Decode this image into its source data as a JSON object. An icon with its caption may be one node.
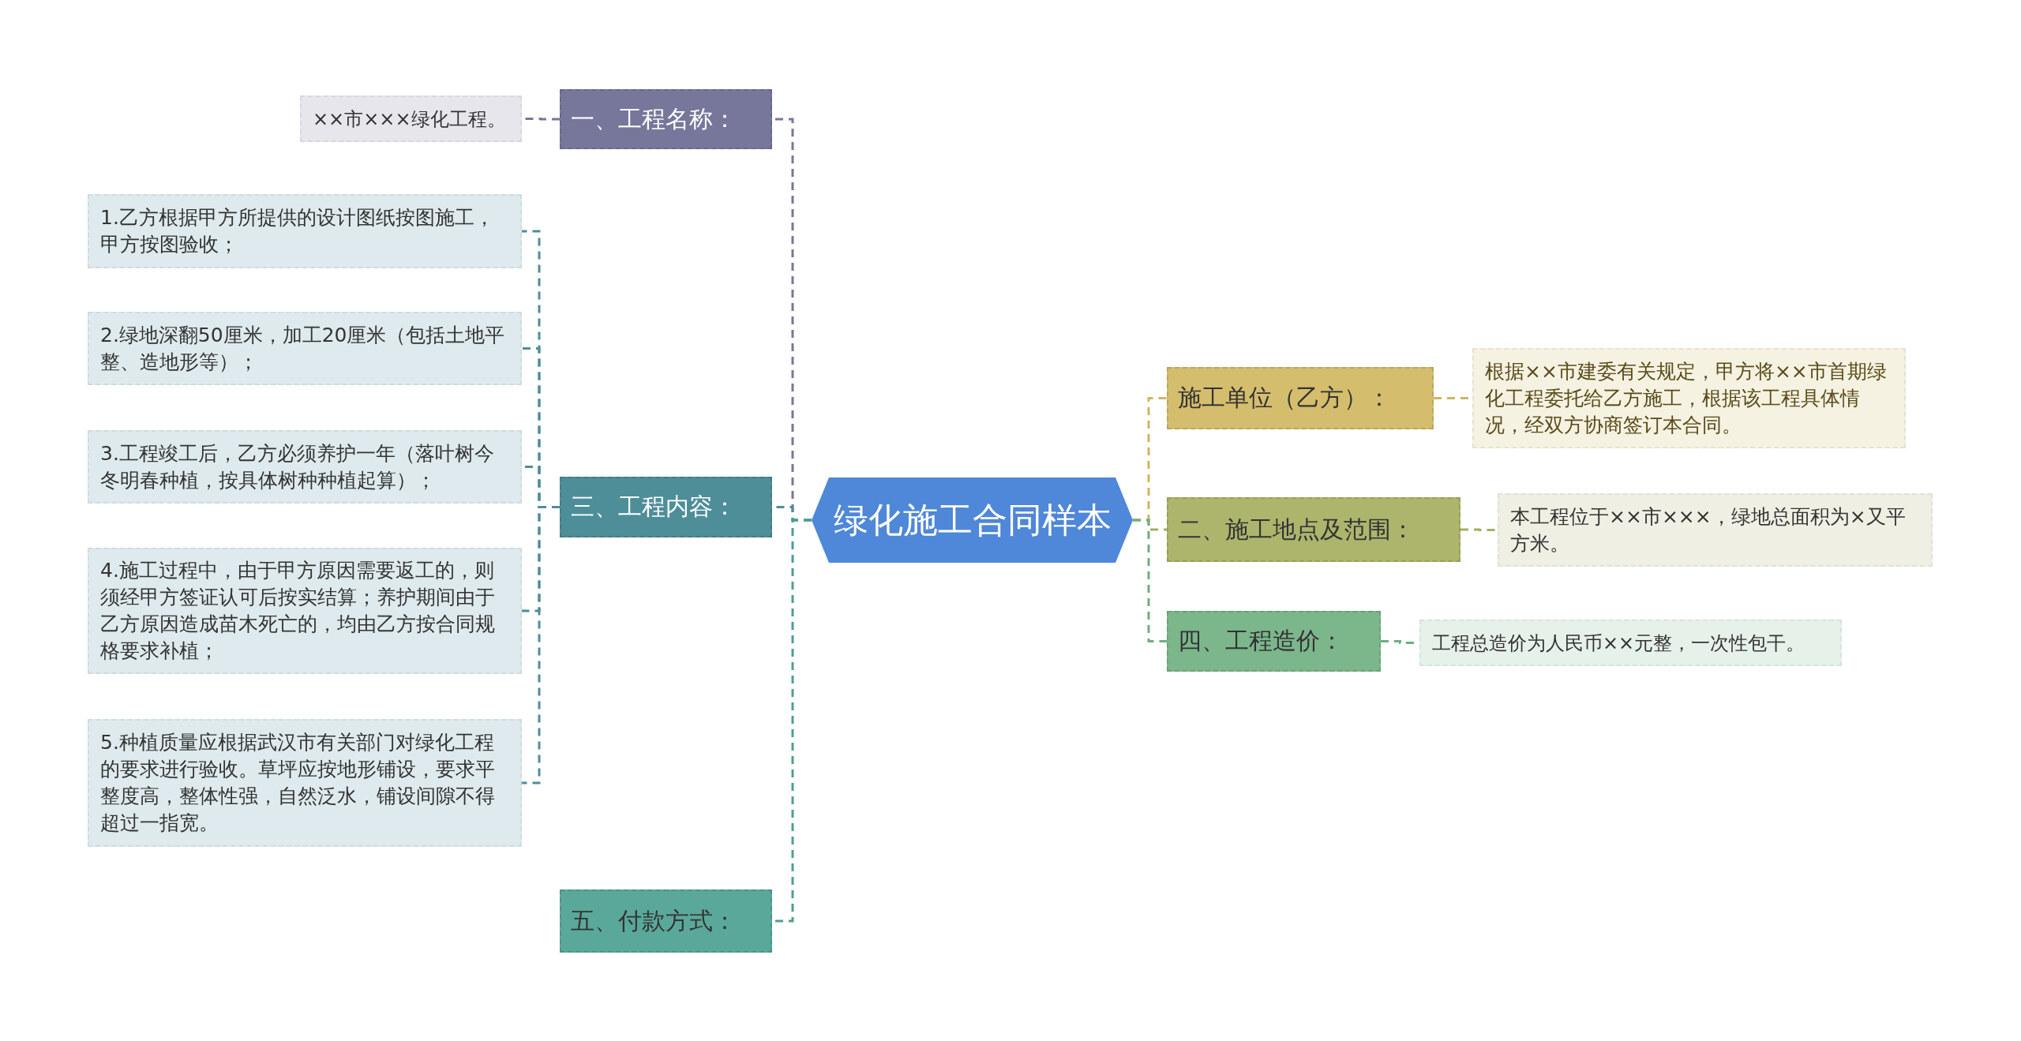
{
  "diagram": {
    "nodes": [
      {
        "text": [
          "绿化施工合同样本"
        ]
      },
      {
        "text": [
          "一、工程名称："
        ]
      },
      {
        "text": [
          "××市×××绿化工程。"
        ]
      },
      {
        "text": [
          "三、工程内容："
        ]
      },
      {
        "text": [
          "1.乙方根据甲方所提供的设计图纸按图施工，甲方按图验收；"
        ]
      },
      {
        "text": [
          "2.绿地深翻50厘米，加工20厘米（包括土地平整、造地形等）；"
        ]
      },
      {
        "text": [
          "3.工程竣工后，乙方必须养护一年（落叶树今冬明春种植，按具体树种种植起算）；"
        ]
      },
      {
        "text": [
          "4.施工过程中，由于甲方原因需要返工的，则须经甲方签证认可后按实结算；养护期间由于乙方原因造成苗木死亡的，均由乙方按合同规格要求补植；"
        ]
      },
      {
        "text": [
          "5.种植质量应根据武汉市有关部门对绿化工程的要求进行验收。草坪应按地形铺设，要求平整度高，整体性强，自然泛水，铺设间隙不得超过一指宽。"
        ]
      },
      {
        "text": [
          "五、付款方式："
        ]
      },
      {
        "text": [
          "施工单位（乙方）："
        ]
      },
      {
        "text": [
          "根据××市建委有关规定，甲方将××市首期绿化工程委托给乙方施工，根据该工程具体情况，经双方协商签订本合同。"
        ]
      },
      {
        "text": [
          "二、施工地点及范围："
        ]
      },
      {
        "text": [
          "本工程位于××市×××，绿地总面积为×又平方米。"
        ]
      },
      {
        "text": [
          "四、工程造价："
        ]
      },
      {
        "text": [
          "工程总造价为人民币××元整，一次性包干。"
        ]
      }
    ],
    "edges": [
      {
        "from": 0,
        "to": 1,
        "arrow": "none",
        "color": "#77779c"
      },
      {
        "from": 1,
        "to": 2,
        "arrow": "none",
        "color": "#77779c"
      },
      {
        "from": 0,
        "to": 3,
        "arrow": "none",
        "color": "#4e8e99"
      },
      {
        "from": 3,
        "to": 4,
        "arrow": "none",
        "color": "#4e8e99"
      },
      {
        "from": 3,
        "to": 5,
        "arrow": "none",
        "color": "#4e8e99"
      },
      {
        "from": 3,
        "to": 6,
        "arrow": "none",
        "color": "#4e8e99"
      },
      {
        "from": 3,
        "to": 7,
        "arrow": "none",
        "color": "#4e8e99"
      },
      {
        "from": 3,
        "to": 8,
        "arrow": "none",
        "color": "#4e8e99"
      },
      {
        "from": 0,
        "to": 9,
        "arrow": "none",
        "color": "#4e9e90"
      },
      {
        "from": 0,
        "to": 10,
        "arrow": "none",
        "color": "#cdb663"
      },
      {
        "from": 10,
        "to": 11,
        "arrow": "none",
        "color": "#cdb663"
      },
      {
        "from": 0,
        "to": 12,
        "arrow": "none",
        "color": "#a6ae62"
      },
      {
        "from": 12,
        "to": 13,
        "arrow": "none",
        "color": "#a6ae62"
      },
      {
        "from": 0,
        "to": 14,
        "arrow": "none",
        "color": "#6fae80"
      },
      {
        "from": 14,
        "to": 15,
        "arrow": "none",
        "color": "#6fae80"
      }
    ]
  }
}
